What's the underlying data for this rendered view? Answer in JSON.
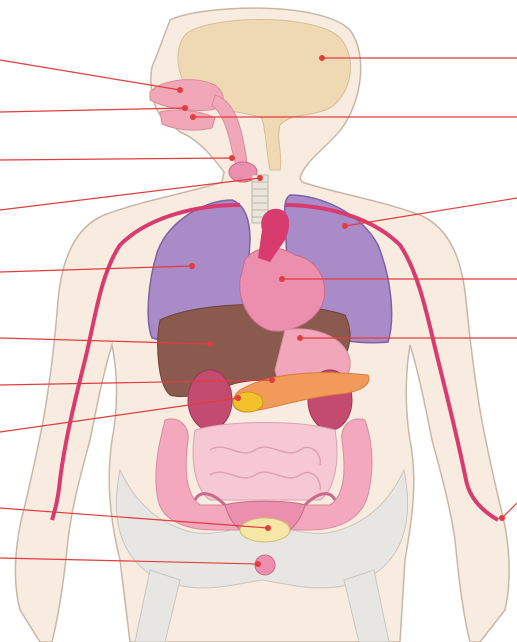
{
  "diagram": {
    "colors": {
      "background": "#ffffff",
      "skin": "#f8ebe0",
      "skin_outline": "#c9b7a6",
      "brain": "#efd9b3",
      "airway": "#f1a7b7",
      "lungs": "#a98bc8",
      "lung_outline": "#7e62a3",
      "heart": "#ec8fae",
      "artery": "#d83c6e",
      "liver": "#8a5a4f",
      "stomach": "#f1a6b9",
      "pancreas": "#f29a5a",
      "gallbladder": "#f2c12c",
      "kidney": "#c24b6f",
      "intestine": "#f3a8be",
      "bladder": "#f6e7a6",
      "bone": "#e8e6e2",
      "leader_line": "#e23c3c"
    },
    "organs": [
      "brain",
      "nasal-cavity",
      "mouth",
      "larynx",
      "trachea",
      "lungs",
      "heart",
      "liver",
      "stomach",
      "pancreas",
      "gallbladder",
      "kidneys",
      "small-intestine",
      "large-intestine",
      "uterus",
      "bladder",
      "pelvis",
      "arteries"
    ],
    "labels": {
      "left": [
        "",
        "",
        "",
        "",
        "",
        "",
        "",
        "",
        "",
        ""
      ],
      "right": [
        "",
        "",
        "",
        "",
        "",
        ""
      ]
    }
  }
}
